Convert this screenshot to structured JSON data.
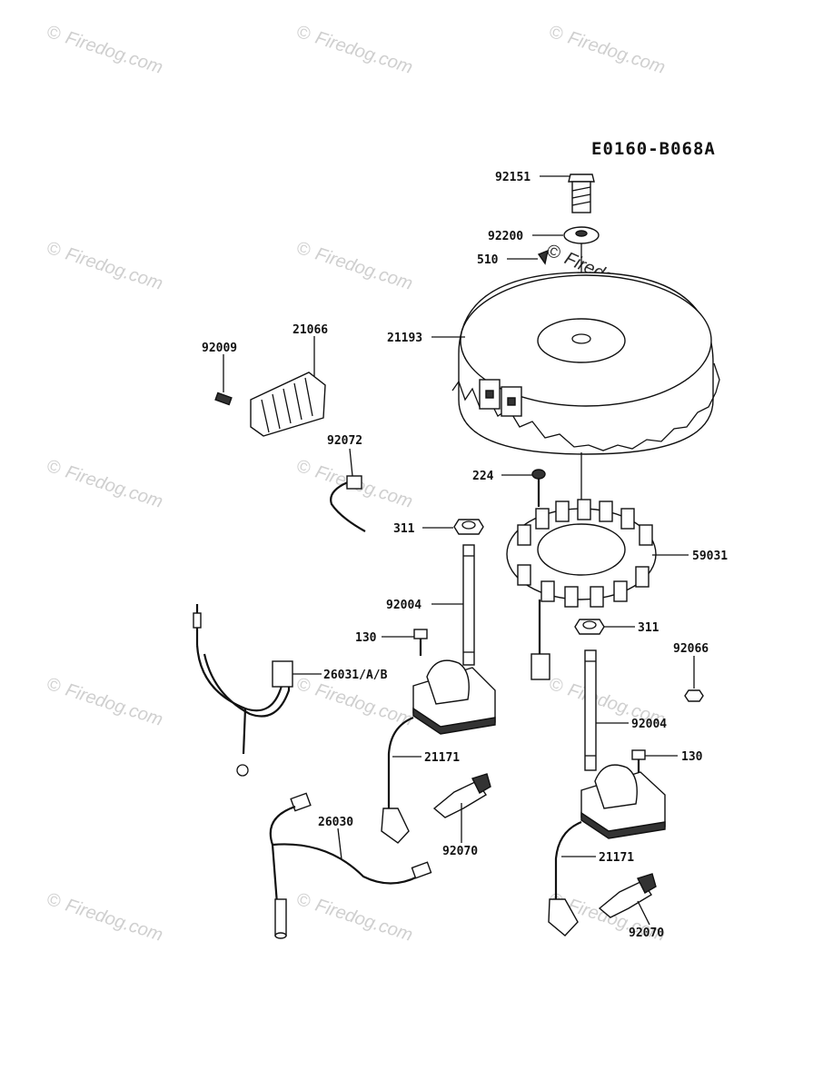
{
  "diagram_code": "E0160-B068A",
  "watermark_text": "Firedog.com",
  "watermark_symbol": "©",
  "callouts": [
    {
      "id": "92151",
      "label": "92151"
    },
    {
      "id": "92200",
      "label": "92200"
    },
    {
      "id": "510",
      "label": "510"
    },
    {
      "id": "21193",
      "label": "21193"
    },
    {
      "id": "21066",
      "label": "21066"
    },
    {
      "id": "92009",
      "label": "92009"
    },
    {
      "id": "92072",
      "label": "92072"
    },
    {
      "id": "224",
      "label": "224"
    },
    {
      "id": "311a",
      "label": "311"
    },
    {
      "id": "59031",
      "label": "59031"
    },
    {
      "id": "92004a",
      "label": "92004"
    },
    {
      "id": "130a",
      "label": "130"
    },
    {
      "id": "311b",
      "label": "311"
    },
    {
      "id": "92066",
      "label": "92066"
    },
    {
      "id": "26031",
      "label": "26031/A/B"
    },
    {
      "id": "92004b",
      "label": "92004"
    },
    {
      "id": "21171a",
      "label": "21171"
    },
    {
      "id": "130b",
      "label": "130"
    },
    {
      "id": "26030",
      "label": "26030"
    },
    {
      "id": "92070a",
      "label": "92070"
    },
    {
      "id": "21171b",
      "label": "21171"
    },
    {
      "id": "92070b",
      "label": "92070"
    }
  ]
}
